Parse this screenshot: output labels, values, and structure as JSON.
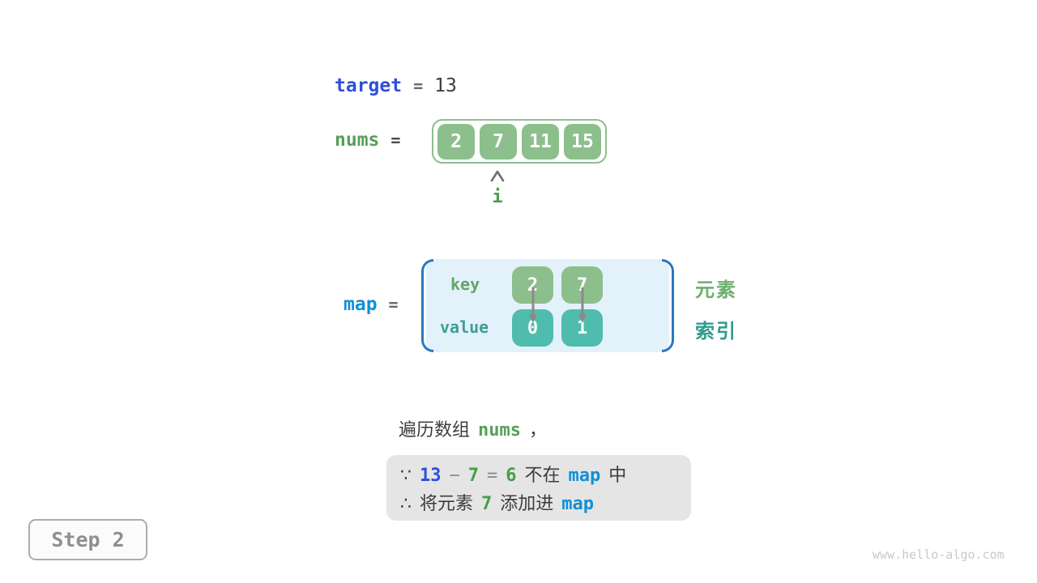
{
  "colors": {
    "green_box": "#8CBF8C",
    "teal_box": "#4FBCAE",
    "royal_blue": "#2F4EDD",
    "azure_blue": "#1090D5",
    "map_fill": "#E3F1FA",
    "bracket_blue": "#2B77C0",
    "dark_text": "#3D3D3D",
    "gray_operator": "#8C8C8C",
    "info_box_bg": "#E5E5E5"
  },
  "target_line": {
    "label": "target",
    "equals": "=",
    "value": "13"
  },
  "nums_line": {
    "label": "nums",
    "equals": "=",
    "values": [
      "2",
      "7",
      "11",
      "15"
    ],
    "pointer_label": "i"
  },
  "map_section": {
    "label": "map",
    "equals": "=",
    "key_label": "key",
    "value_label": "value",
    "entries": [
      {
        "key": "2",
        "value": "0"
      },
      {
        "key": "7",
        "value": "1"
      }
    ],
    "element_label": "元素",
    "index_label": "索引"
  },
  "sentence": {
    "prefix": "遍历数组",
    "code": "nums",
    "comma": "，"
  },
  "info_box": {
    "lines": [
      {
        "tokens": [
          {
            "text": "∵",
            "style": "dark"
          },
          {
            "text": "13",
            "style": "blue"
          },
          {
            "text": "−",
            "style": "gray"
          },
          {
            "text": "7",
            "style": "green"
          },
          {
            "text": "=",
            "style": "gray"
          },
          {
            "text": "6",
            "style": "green"
          },
          {
            "text": "不在",
            "style": "dark"
          },
          {
            "text": "map",
            "style": "azure"
          },
          {
            "text": "中",
            "style": "dark"
          }
        ]
      },
      {
        "tokens": [
          {
            "text": "∴",
            "style": "dark"
          },
          {
            "text": "将元素",
            "style": "dark"
          },
          {
            "text": "7",
            "style": "green"
          },
          {
            "text": "添加进",
            "style": "dark"
          },
          {
            "text": "map",
            "style": "azure"
          }
        ]
      }
    ]
  },
  "step_badge": {
    "label": "Step 2"
  },
  "watermark": "www.hello-algo.com"
}
